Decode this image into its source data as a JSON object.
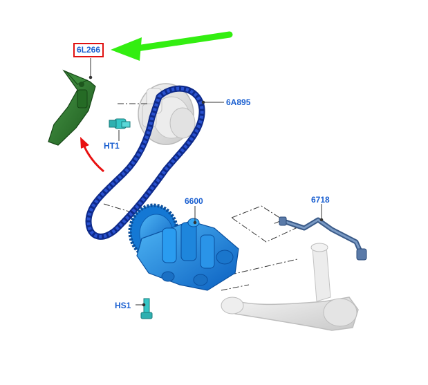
{
  "diagram": {
    "callouts": {
      "tensioner": "6L266",
      "bolt_ht1": "HT1",
      "chain": "6A895",
      "pump": "6600",
      "tube": "6718",
      "bolt_hs1": "HS1"
    },
    "colors": {
      "callout_text": "#1a5fd0",
      "highlight_box": "#e01010",
      "pointer_arrow": "#33ee11",
      "motion_arrow": "#e81010",
      "tensioner": "#2f7a2f",
      "chain": "#1a3aa8",
      "pump": "#1f8fe0",
      "bolt": "#35c6c6",
      "tube": "#4a6b9a",
      "ghost_part": "#d4d4d4"
    },
    "icons": {
      "pointer_arrow": "green-arrow-icon",
      "motion_arrow": "red-curved-arrow-icon"
    }
  }
}
